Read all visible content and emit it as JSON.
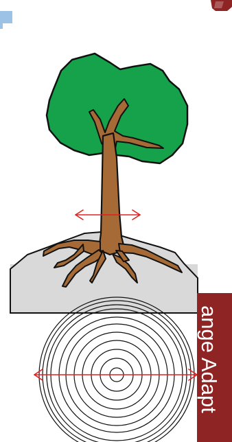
{
  "slide": {
    "side_banner_text": "ange Adapt"
  },
  "colors": {
    "sky_accent": "#9cc3e6",
    "banner": "#8f2424",
    "banner_text": "#ffffff",
    "foliage": "#15a24a",
    "trunk": "#a56a35",
    "ground": "#d9d9d9",
    "arrow": "#e02020",
    "ring_stroke": "#111111"
  },
  "icons": {
    "corner_mark": "corner-mark-icon",
    "tree": "tree-illustration",
    "rings": "tree-rings-cross-section"
  }
}
